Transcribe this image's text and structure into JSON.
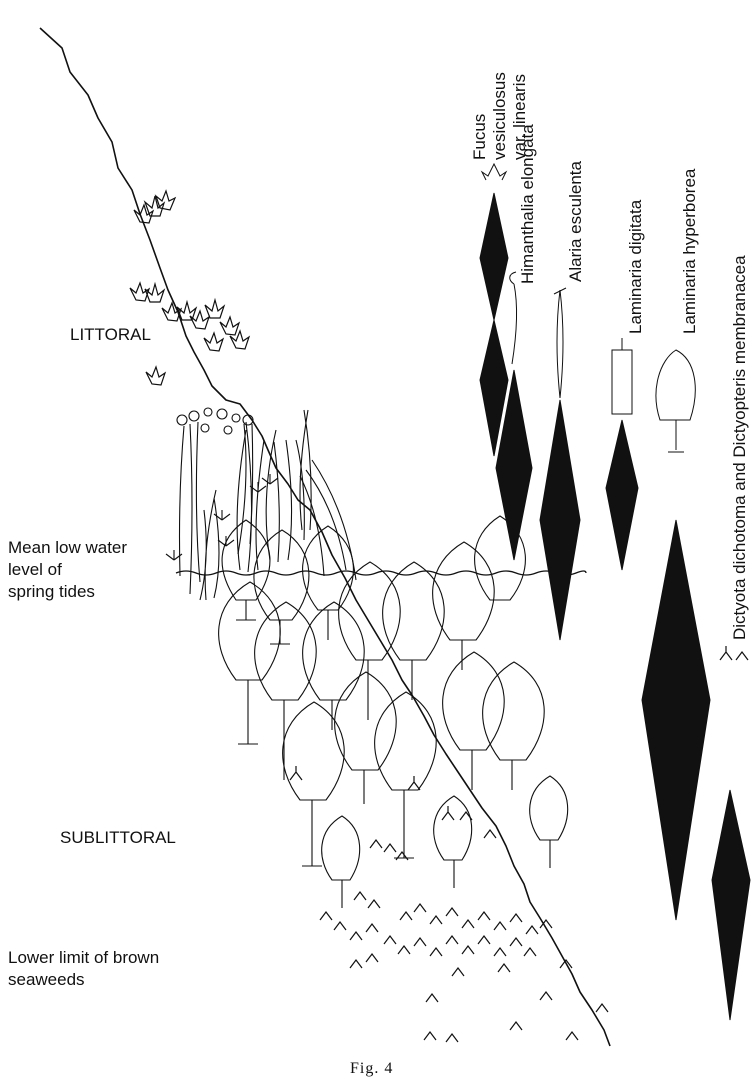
{
  "figure": {
    "caption": "Fig. 4",
    "zones": {
      "littoral": "LITTORAL",
      "mean_low_water_1": "Mean low water",
      "mean_low_water_2": "level of",
      "mean_low_water_3": "spring tides",
      "sublittoral": "SUBLITTORAL",
      "lower_limit_1": "Lower limit of brown",
      "lower_limit_2": "seaweeds"
    },
    "species": [
      {
        "id": "fucus",
        "lines": [
          "Fucus",
          "vesiculosus",
          "var. linearis"
        ]
      },
      {
        "id": "himanthalia",
        "lines": [
          "Himanthalia elongata"
        ]
      },
      {
        "id": "alaria",
        "lines": [
          "Alaria esculenta"
        ]
      },
      {
        "id": "laminaria-digitata",
        "lines": [
          "Laminaria digitata"
        ]
      },
      {
        "id": "laminaria-hyperborea",
        "lines": [
          "Laminaria hyperborea"
        ]
      },
      {
        "id": "dictyota",
        "lines": [
          "Dictyota dichotoma and Dictyopteris membranacea"
        ]
      }
    ],
    "colors": {
      "ink": "#111111",
      "background": "#ffffff"
    }
  }
}
